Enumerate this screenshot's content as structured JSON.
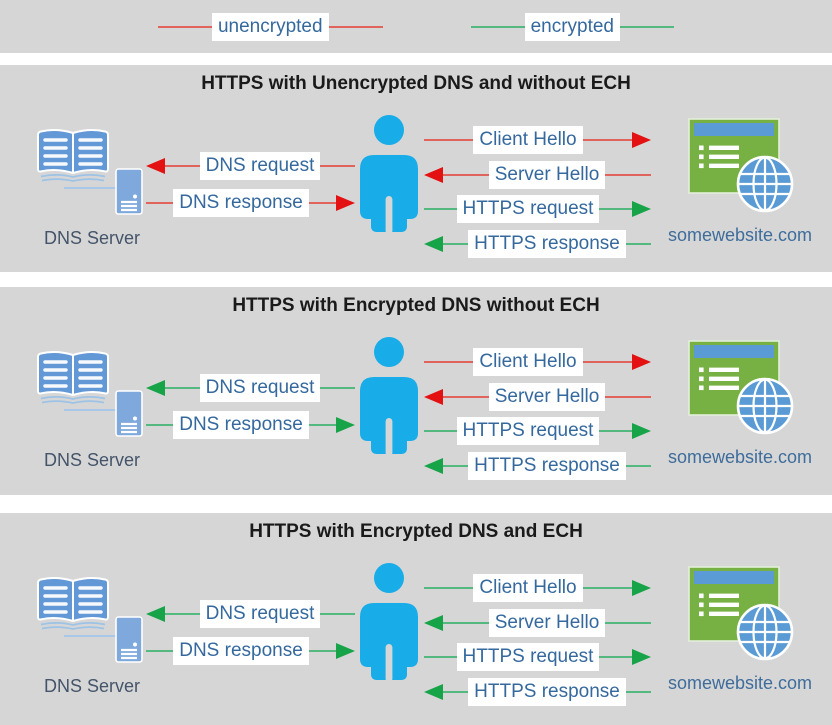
{
  "colors": {
    "panel_bg": "#D6D6D6",
    "red_line": "#E0645C",
    "red_head": "#E31111",
    "green_line": "#53B97E",
    "green_head": "#17A449",
    "label_text": "#35699E",
    "dns_caption_text": "#44546A",
    "site_caption_text": "#3E6D9C",
    "title_text": "#1A1A1A",
    "person_blue": "#18ACE8",
    "book_blue": "#6398D6",
    "server_blue": "#7FA8DD",
    "connector_blue": "#A9C7E8",
    "site_green": "#78B143",
    "site_bar_blue": "#5B9BD5",
    "globe_blue": "#5B9BD5"
  },
  "icons": {
    "dns_server": "open-book-with-server-tower",
    "client": "person-silhouette",
    "website": "browser-window-with-globe"
  },
  "legend": [
    {
      "label": "unencrypted",
      "color": "red"
    },
    {
      "label": "encrypted",
      "color": "green"
    }
  ],
  "panels": [
    {
      "title": "HTTPS with Unencrypted DNS and without ECH",
      "dns_server_label": "DNS Server",
      "website_label": "somewebsite.com",
      "dns_arrows": [
        {
          "label": "DNS request",
          "direction": "left",
          "color": "red"
        },
        {
          "label": "DNS response",
          "direction": "right",
          "color": "red"
        }
      ],
      "https_arrows": [
        {
          "label": "Client Hello",
          "direction": "right",
          "color": "red"
        },
        {
          "label": "Server Hello",
          "direction": "left",
          "color": "red"
        },
        {
          "label": "HTTPS request",
          "direction": "right",
          "color": "green"
        },
        {
          "label": "HTTPS response",
          "direction": "left",
          "color": "green"
        }
      ]
    },
    {
      "title": "HTTPS with Encrypted DNS without ECH",
      "dns_server_label": "DNS Server",
      "website_label": "somewebsite.com",
      "dns_arrows": [
        {
          "label": "DNS request",
          "direction": "left",
          "color": "green"
        },
        {
          "label": "DNS response",
          "direction": "right",
          "color": "green"
        }
      ],
      "https_arrows": [
        {
          "label": "Client Hello",
          "direction": "right",
          "color": "red"
        },
        {
          "label": "Server Hello",
          "direction": "left",
          "color": "red"
        },
        {
          "label": "HTTPS request",
          "direction": "right",
          "color": "green"
        },
        {
          "label": "HTTPS response",
          "direction": "left",
          "color": "green"
        }
      ]
    },
    {
      "title": "HTTPS with Encrypted DNS and ECH",
      "dns_server_label": "DNS Server",
      "website_label": "somewebsite.com",
      "dns_arrows": [
        {
          "label": "DNS request",
          "direction": "left",
          "color": "green"
        },
        {
          "label": "DNS response",
          "direction": "right",
          "color": "green"
        }
      ],
      "https_arrows": [
        {
          "label": "Client Hello",
          "direction": "right",
          "color": "green"
        },
        {
          "label": "Server Hello",
          "direction": "left",
          "color": "green"
        },
        {
          "label": "HTTPS request",
          "direction": "right",
          "color": "green"
        },
        {
          "label": "HTTPS response",
          "direction": "left",
          "color": "green"
        }
      ]
    }
  ]
}
